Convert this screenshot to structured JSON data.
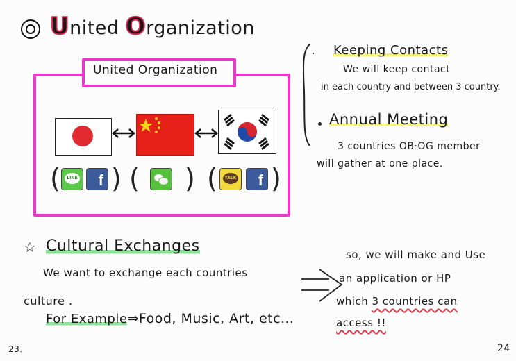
{
  "header": {
    "title_u": "U",
    "title_rest1": "nited ",
    "title_o": "O",
    "title_rest2": "rganization"
  },
  "org_box": {
    "label": "United Organization"
  },
  "flags": [
    "japan-flag",
    "china-flag",
    "korea-flag"
  ],
  "apps": {
    "japan": [
      "LINE",
      "f"
    ],
    "china": [
      "wechat"
    ],
    "korea": [
      "TALK",
      "f"
    ]
  },
  "right_list": {
    "bullet1_prefix": ".",
    "item1_title": "Keeping Contacts",
    "item1_line1": "We will keep contact",
    "item1_line2": "in each country and between 3 country.",
    "item2_title": "Annual Meeting",
    "item2_line1": "3 countries OB·OG member",
    "item2_line2": "will gather at one place."
  },
  "cultural": {
    "star": "☆",
    "title": "Cultural Exchanges",
    "line1": "We want to exchange each countries",
    "line2": "culture .",
    "example_label": "For Example",
    "example_rest": "⇒Food, Music, Art, etc…"
  },
  "conclusion": {
    "line1": "so, we will make and Use",
    "line2": "an application or HP",
    "line3_a": "which ",
    "line3_b": "3 countries can",
    "line4": "access !!"
  },
  "page_numbers": {
    "left": "23.",
    "right": "24"
  },
  "colors": {
    "pink": "#ea38c8",
    "red": "#e02850",
    "yellow_highlight": "#f2f27a",
    "green_highlight": "#8ee39a"
  }
}
